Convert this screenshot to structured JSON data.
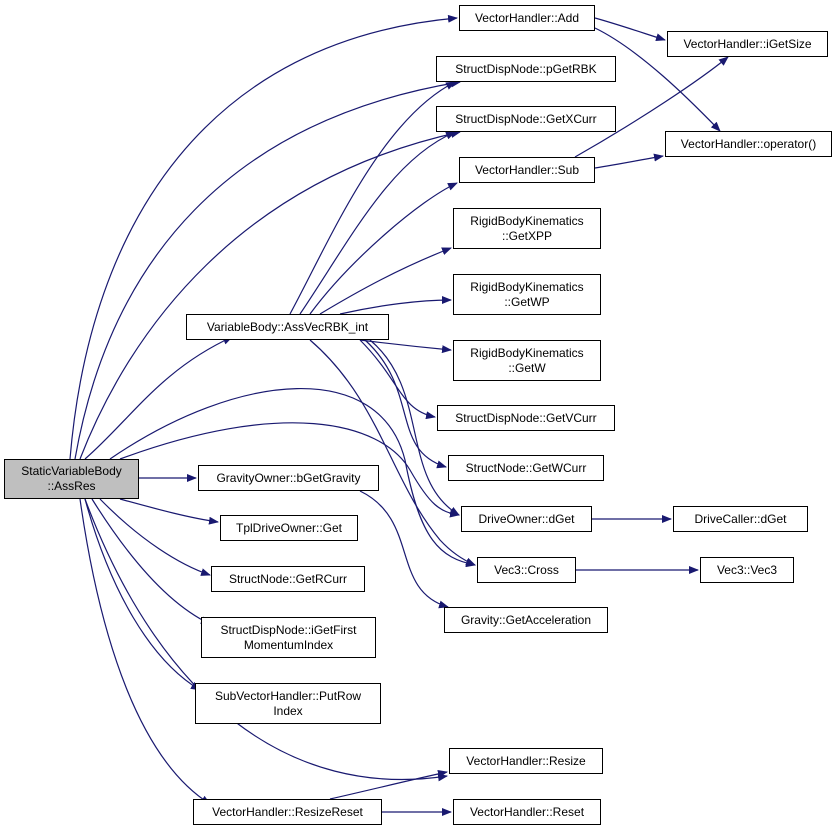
{
  "edge_color": "#191970",
  "root_fill": "#bfbfbf",
  "nodes": {
    "root": [
      "StaticVariableBody",
      "::AssRes"
    ],
    "assvec": [
      "VariableBody::AssVecRBK_int"
    ],
    "bgetgravity": [
      "GravityOwner::bGetGravity"
    ],
    "tplget": [
      "TplDriveOwner::Get"
    ],
    "getrcurr": [
      "StructNode::GetRCurr"
    ],
    "igetfirst": [
      "StructDispNode::iGetFirst",
      "MomentumIndex"
    ],
    "putrow": [
      "SubVectorHandler::PutRow",
      "Index"
    ],
    "resizereset": [
      "VectorHandler::ResizeReset"
    ],
    "add": [
      "VectorHandler::Add"
    ],
    "pgetrbk": [
      "StructDispNode::pGetRBK"
    ],
    "getxcurr": [
      "StructDispNode::GetXCurr"
    ],
    "sub": [
      "VectorHandler::Sub"
    ],
    "getxpp": [
      "RigidBodyKinematics",
      "::GetXPP"
    ],
    "getwp": [
      "RigidBodyKinematics",
      "::GetWP"
    ],
    "getw": [
      "RigidBodyKinematics",
      "::GetW"
    ],
    "getvcurr": [
      "StructDispNode::GetVCurr"
    ],
    "getwcurr": [
      "StructNode::GetWCurr"
    ],
    "dget": [
      "DriveOwner::dGet"
    ],
    "cross": [
      "Vec3::Cross"
    ],
    "getaccel": [
      "Gravity::GetAcceleration"
    ],
    "resize": [
      "VectorHandler::Resize"
    ],
    "reset": [
      "VectorHandler::Reset"
    ],
    "igetsize": [
      "VectorHandler::iGetSize"
    ],
    "operator": [
      "VectorHandler::operator()"
    ],
    "callerdget": [
      "DriveCaller::dGet"
    ],
    "vec3": [
      "Vec3::Vec3"
    ]
  }
}
